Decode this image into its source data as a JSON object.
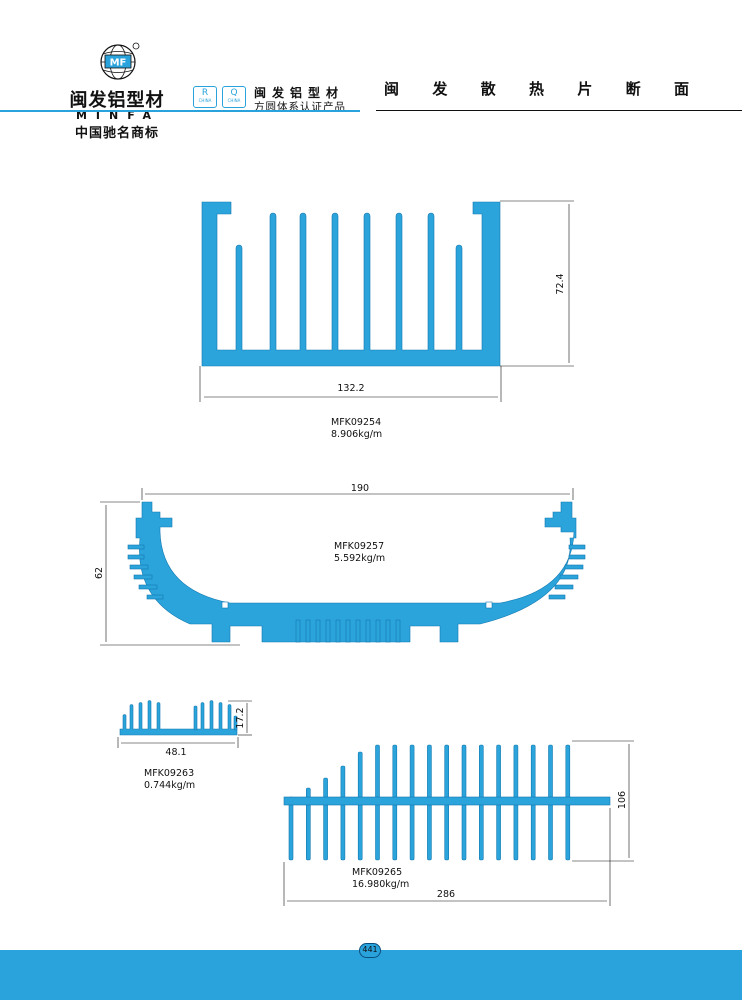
{
  "brand": {
    "logo_icon": "minfa-globe-logo-icon",
    "logo_letters": "MF",
    "name": "闽发铝型材",
    "latin_name": "MINFA",
    "slogan": "中国驰名商标",
    "cert_title": "闽发铝型材",
    "cert_subtitle": "方圆体系认证产品",
    "cert_badges": [
      {
        "letter": "R",
        "sub": "CHINA"
      },
      {
        "letter": "Q",
        "sub": "CHINA"
      }
    ]
  },
  "page_title": [
    "闽",
    "发",
    "散",
    "热",
    "片",
    "断",
    "面"
  ],
  "colors": {
    "accent": "#2aa3dc",
    "profile_fill": "#2ba4dc",
    "profile_stroke": "#1479b0",
    "dimension_line": "#111111"
  },
  "profiles": [
    {
      "code": "MFK09254",
      "weight": "8.906kg/m",
      "width_dim": "132.2",
      "height_dim": "72.4"
    },
    {
      "code": "MFK09257",
      "weight": "5.592kg/m",
      "width_dim": "190",
      "height_dim": "62"
    },
    {
      "code": "MFK09263",
      "weight": "0.744kg/m",
      "width_dim": "48.1",
      "height_dim": "17.2"
    },
    {
      "code": "MFK09265",
      "weight": "16.980kg/m",
      "width_dim": "286",
      "height_dim": "106"
    }
  ],
  "footer": {
    "page_number": "441"
  }
}
